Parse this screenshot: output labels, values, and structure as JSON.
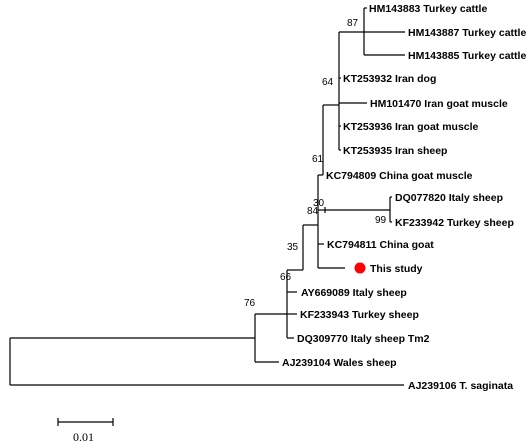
{
  "taxa": {
    "hm143883": "HM143883 Turkey cattle",
    "hm143887": "HM143887 Turkey cattle",
    "hm143885": "HM143885 Turkey cattle",
    "kt253932": "KT253932 Iran dog",
    "hm101470": "HM101470 Iran goat muscle",
    "kt253936": "KT253936 Iran goat muscle",
    "kt253935": "KT253935 Iran sheep",
    "kc794809": "KC794809 China goat muscle",
    "dq077820": "DQ077820 Italy sheep",
    "kf233942": "KF233942 Turkey sheep",
    "kc794811": "KC794811 China goat",
    "this_study": "This study",
    "ay669089": "AY669089 Italy sheep",
    "kf233943": "KF233943 Turkey sheep",
    "dq309770": "DQ309770 Italy sheep Tm2",
    "aj239104": "AJ239104 Wales sheep",
    "aj239106": "AJ239106 T. saginata"
  },
  "bootstrap": {
    "b87": "87",
    "b64": "64",
    "b61": "61",
    "b30": "30",
    "b84": "84",
    "b99": "99",
    "b35": "35",
    "b66": "66",
    "b76": "76"
  },
  "scale_bar": {
    "label": "0.01"
  },
  "colors": {
    "branch": "#000000",
    "this_study_marker": "#ff0000"
  }
}
